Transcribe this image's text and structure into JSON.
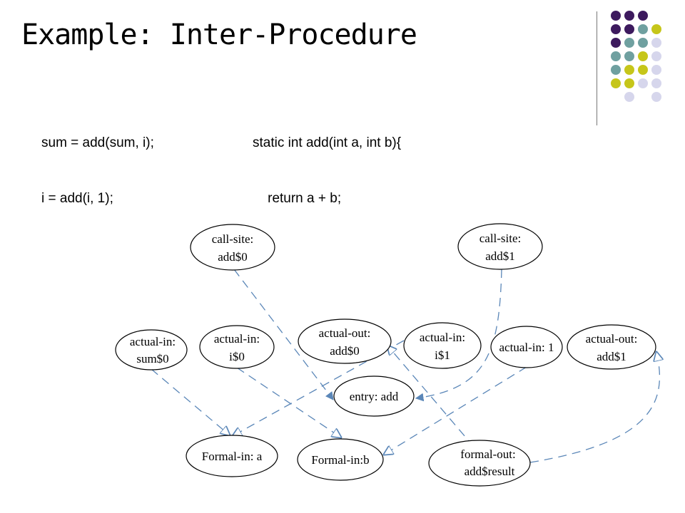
{
  "title": "Example: Inter-Procedure",
  "code_left": [
    "sum = add(sum, i);",
    "i = add(i, 1);"
  ],
  "code_right": [
    "static int add(int a, int b){",
    "    return a + b;",
    "}"
  ],
  "palette": {
    "purple": "#3d1a5e",
    "teal": "#6fa0a0",
    "olive": "#c6c61a",
    "lavender": "#d6d6ec",
    "edge": "#5b87b8"
  },
  "nodes": {
    "callsite0": [
      "call-site:",
      "add$0"
    ],
    "callsite1": [
      "call-site:",
      "add$1"
    ],
    "actualin_sum0": [
      "actual-in:",
      "sum$0"
    ],
    "actualin_i0": [
      "actual-in:",
      "i$0"
    ],
    "actualout_add0": [
      "actual-out:",
      "add$0"
    ],
    "actualin_i1": [
      "actual-in:",
      "i$1"
    ],
    "actualin_1": [
      "actual-in: 1"
    ],
    "actualout_add1": [
      "actual-out:",
      "add$1"
    ],
    "entry_add": [
      "entry: add"
    ],
    "formalin_a": [
      "Formal-in: a"
    ],
    "formalin_b": [
      "Formal-in:b"
    ],
    "formalout": [
      "formal-out:",
      "add$result"
    ]
  }
}
